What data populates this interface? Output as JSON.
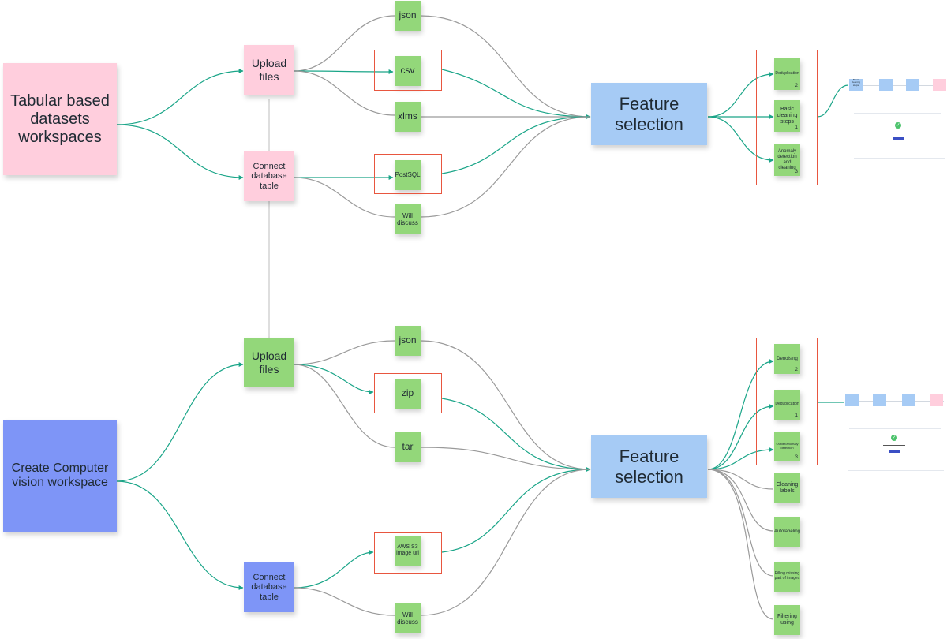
{
  "colors": {
    "pink": "#ffcedd",
    "green": "#93d77a",
    "blue": "#a6cbf5",
    "violet": "#7e95f7",
    "frame": "#e8563f",
    "teal_line": "#1aa588",
    "gray_line": "#9a9a9a"
  },
  "top": {
    "workspace": "Tabular based datasets workspaces",
    "upload": "Upload files",
    "connect": "Connect database table",
    "json": "json",
    "csv": "csv",
    "xlms": "xlms",
    "postsql": "PostSQL",
    "will_discuss": "Will discuss",
    "feature": "Feature selection",
    "dedup": "Deduplication",
    "dedup_num": "2",
    "basic": "Basic cleaning steps",
    "basic_num": "1",
    "anomaly": "Anomaly detection and cleaning",
    "anomaly_num": "3"
  },
  "bottom": {
    "workspace": "Create Computer vision workspace",
    "upload": "Upload files",
    "connect": "Connect database table",
    "json": "json",
    "zip": "zip",
    "tar": "tar",
    "aws": "AWS S3 image url",
    "will_discuss": "Will discuss",
    "feature": "Feature selection",
    "denoising": "Denoising",
    "denoising_num": "2",
    "dedup": "Deduplication",
    "dedup_num": "1",
    "outlier": "Outlier/anomaly detection",
    "outlier_num": "3",
    "cleaning_labels": "Cleaning labels",
    "autolabeling": "Autolabeling",
    "filling": "Filling missing part of images",
    "filtering": "Filtering using"
  },
  "thumb_top": {
    "step1": "Basic cleaning steps"
  }
}
